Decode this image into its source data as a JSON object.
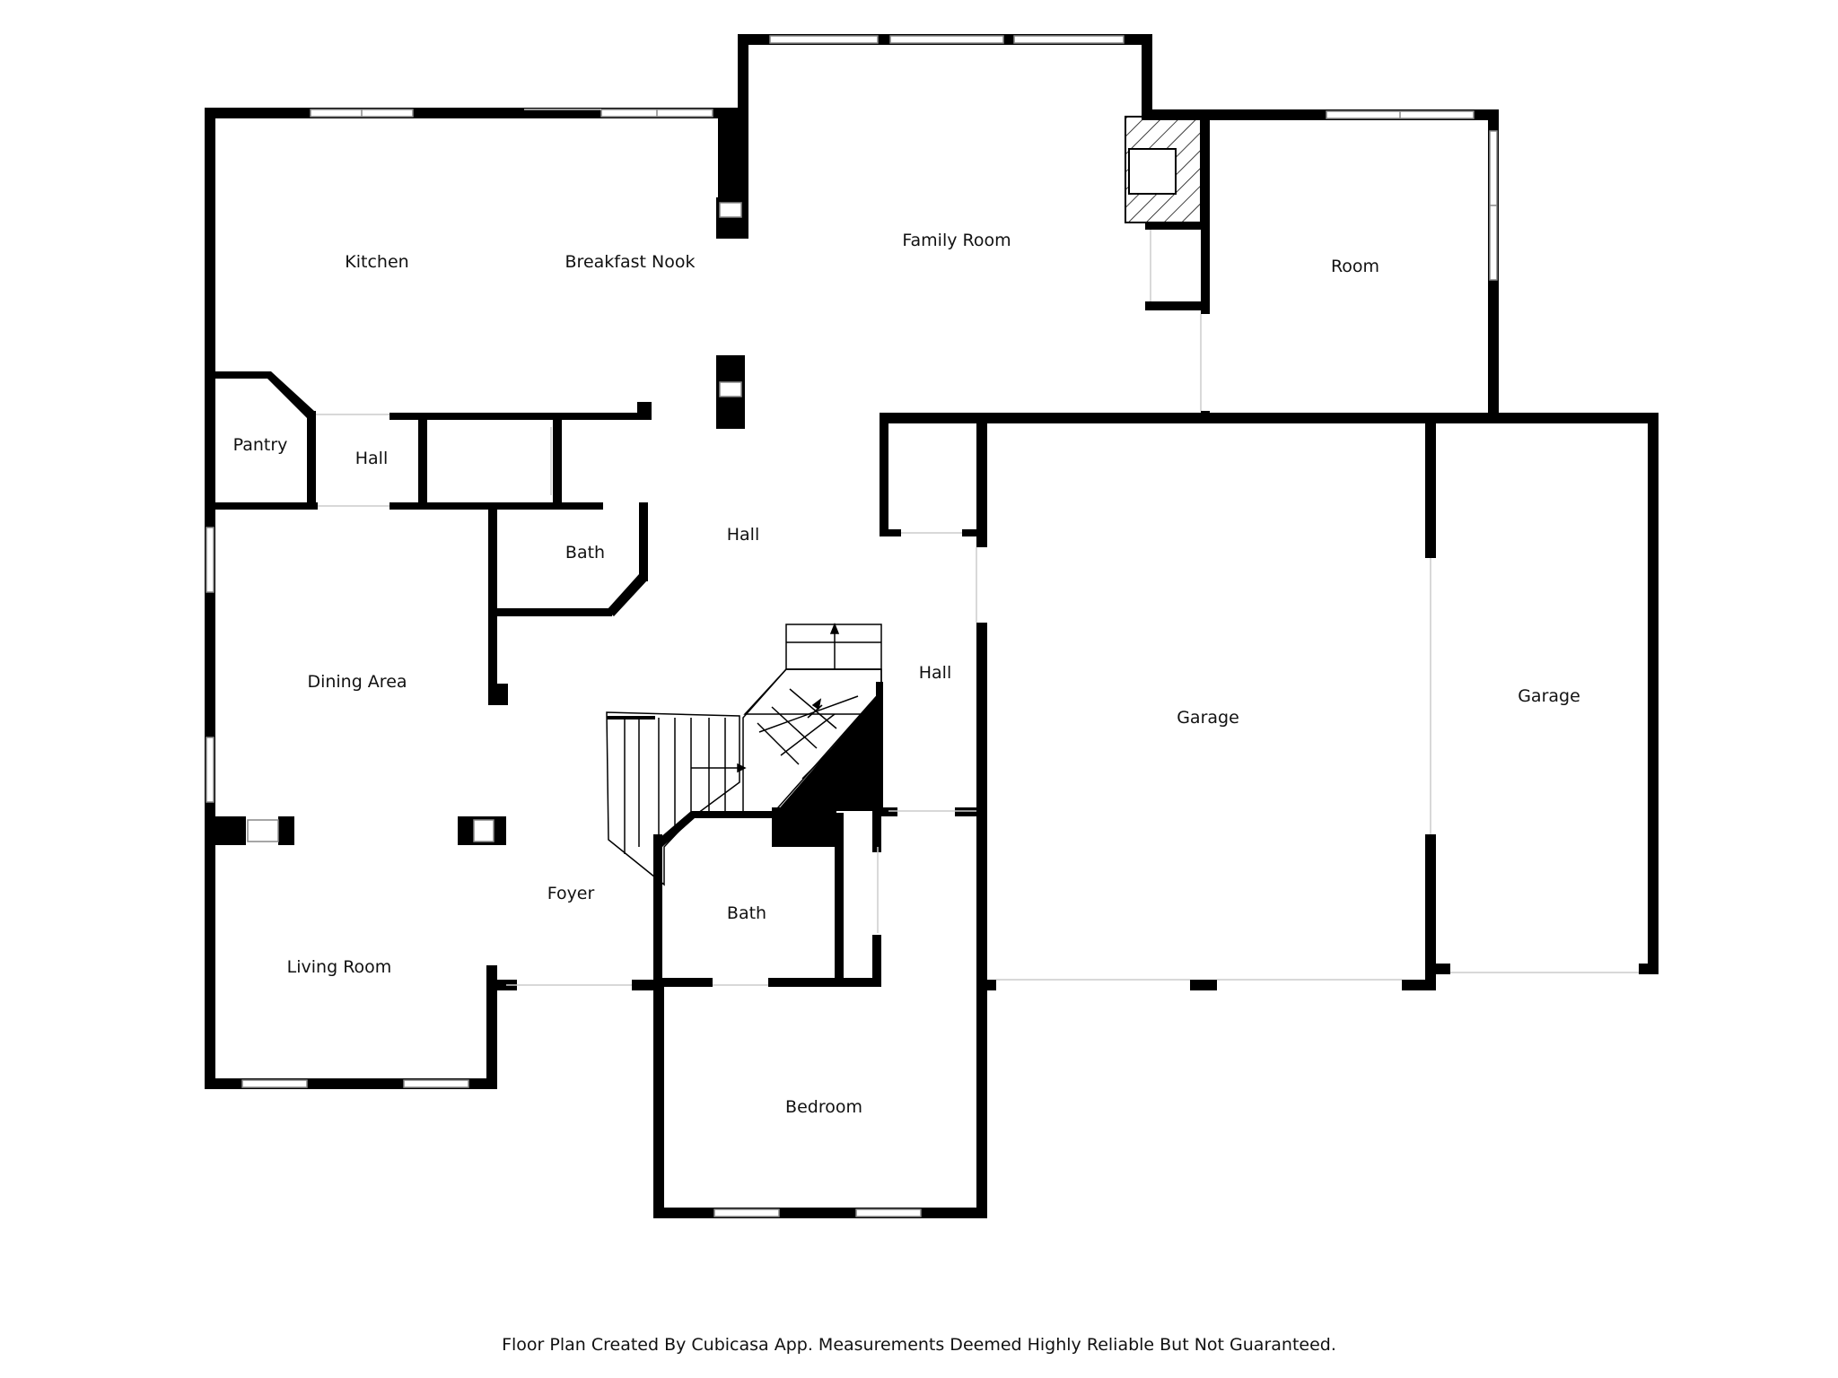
{
  "rooms": {
    "kitchen": "Kitchen",
    "breakfast_nook": "Breakfast Nook",
    "family_room": "Family Room",
    "room": "Room",
    "pantry": "Pantry",
    "hall_upper": "Hall",
    "hall_center": "Hall",
    "bath_upper": "Bath",
    "dining_area": "Dining Area",
    "hall_right": "Hall",
    "garage_left": "Garage",
    "garage_right": "Garage",
    "foyer": "Foyer",
    "bath_lower": "Bath",
    "living_room": "Living Room",
    "bedroom": "Bedroom"
  },
  "footer": {
    "text": "Floor Plan Created By Cubicasa App. Measurements Deemed Highly Reliable But Not Guaranteed."
  },
  "colors": {
    "wall": "#000000",
    "window_fill": "#ffffff",
    "window_line": "#888888",
    "label": "#111111"
  }
}
